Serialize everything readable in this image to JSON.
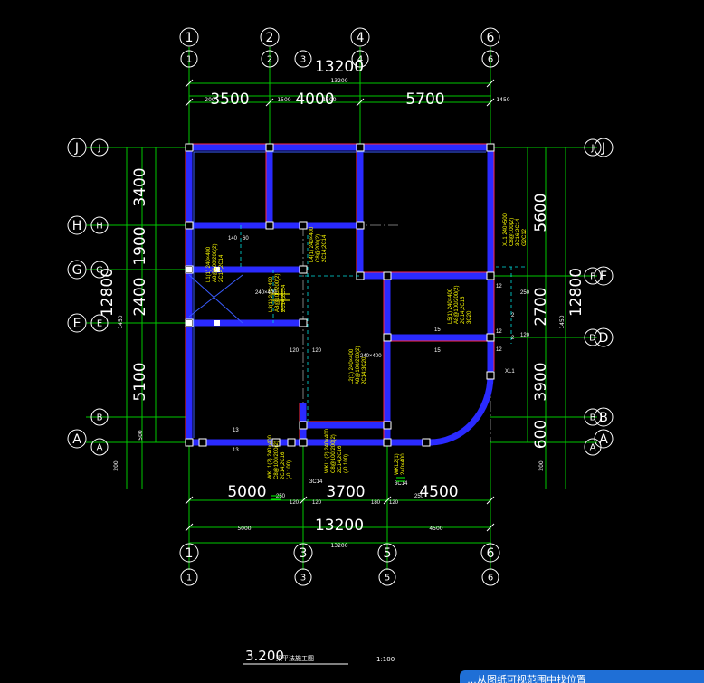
{
  "drawing": {
    "title": "3.200",
    "title_suffix": "梁平法施工图",
    "scale": "1:100"
  },
  "axes": {
    "top_big": [
      "1",
      "2",
      "4",
      "6"
    ],
    "top_small": [
      "1",
      "2",
      "3",
      "4",
      "6"
    ],
    "bottom_big": [
      "1",
      "3",
      "5",
      "6"
    ],
    "bottom_small": [
      "1",
      "3",
      "5",
      "6"
    ],
    "left_big": [
      "J",
      "H",
      "G",
      "E",
      "A"
    ],
    "left_small": [
      "J",
      "H",
      "G",
      "E",
      "B",
      "A"
    ],
    "right_big": [
      "J",
      "F",
      "D",
      "B",
      "A"
    ],
    "right_small": [
      "J",
      "F",
      "D",
      "B",
      "A"
    ]
  },
  "dimensions": {
    "top_total": "13200",
    "top_total_small": "13200",
    "top_spans": [
      "3500",
      "4000",
      "5700"
    ],
    "top_small_spans": [
      "200",
      "1500",
      "1500",
      "1450"
    ],
    "bottom_total": "13200",
    "bottom_total_small": "13200",
    "bottom_spans": [
      "5000",
      "3700",
      "4500"
    ],
    "bottom_small_spans": [
      "5000",
      "4500"
    ],
    "left_total": "12800",
    "left_spans": [
      "3400",
      "1900",
      "2400",
      "5100"
    ],
    "left_small": [
      "1450",
      "500",
      "200"
    ],
    "right_total": "12800",
    "right_spans": [
      "5600",
      "2700",
      "3900",
      "600"
    ],
    "right_small": [
      "1450",
      "200"
    ]
  },
  "annotations": {
    "l1": [
      "L1(1) 240×400",
      "A8@100/200(2)",
      "2C14;2C14"
    ],
    "l4": [
      "L4(1) 240×400",
      "C8@200(2)",
      "2C14;2C14"
    ],
    "l3": [
      "L3(1) 240×400",
      "A8@100/200(2)",
      "2C14;2C14"
    ],
    "l5": [
      "L5(1) 240×400",
      "A8@100/200(2)",
      "2C14;2C16",
      "3C20"
    ],
    "l2": [
      "L2(1) 240×400",
      "A8@100/200(2)",
      "2C14;3C20"
    ],
    "xl1": [
      "XL1 240×500",
      "C8@100(2)",
      "3C16;2C14",
      "G2C12"
    ],
    "wkl1": [
      "WKL1(2) 240×400",
      "C8@100/200(2)",
      "2C14;2C16",
      "(-0.100)"
    ],
    "wkl2": [
      "WKL1(2) 240×400",
      "C8@100/200(2)",
      "2C14;2C16",
      "(-0.100)"
    ],
    "wkl3": [
      "WKL2(1)",
      "240×400"
    ],
    "misc": [
      "120",
      "120",
      "120",
      "120",
      "180",
      "120",
      "12",
      "12",
      "12",
      "15",
      "15",
      "13",
      "13",
      "2",
      "2",
      "140",
      "60",
      "250",
      "250",
      "3C14",
      "3C14",
      "XL1",
      "240×400",
      "240×400",
      "250",
      "120"
    ]
  },
  "ui": {
    "hint_text": "…从图纸可视范围中找位置"
  }
}
